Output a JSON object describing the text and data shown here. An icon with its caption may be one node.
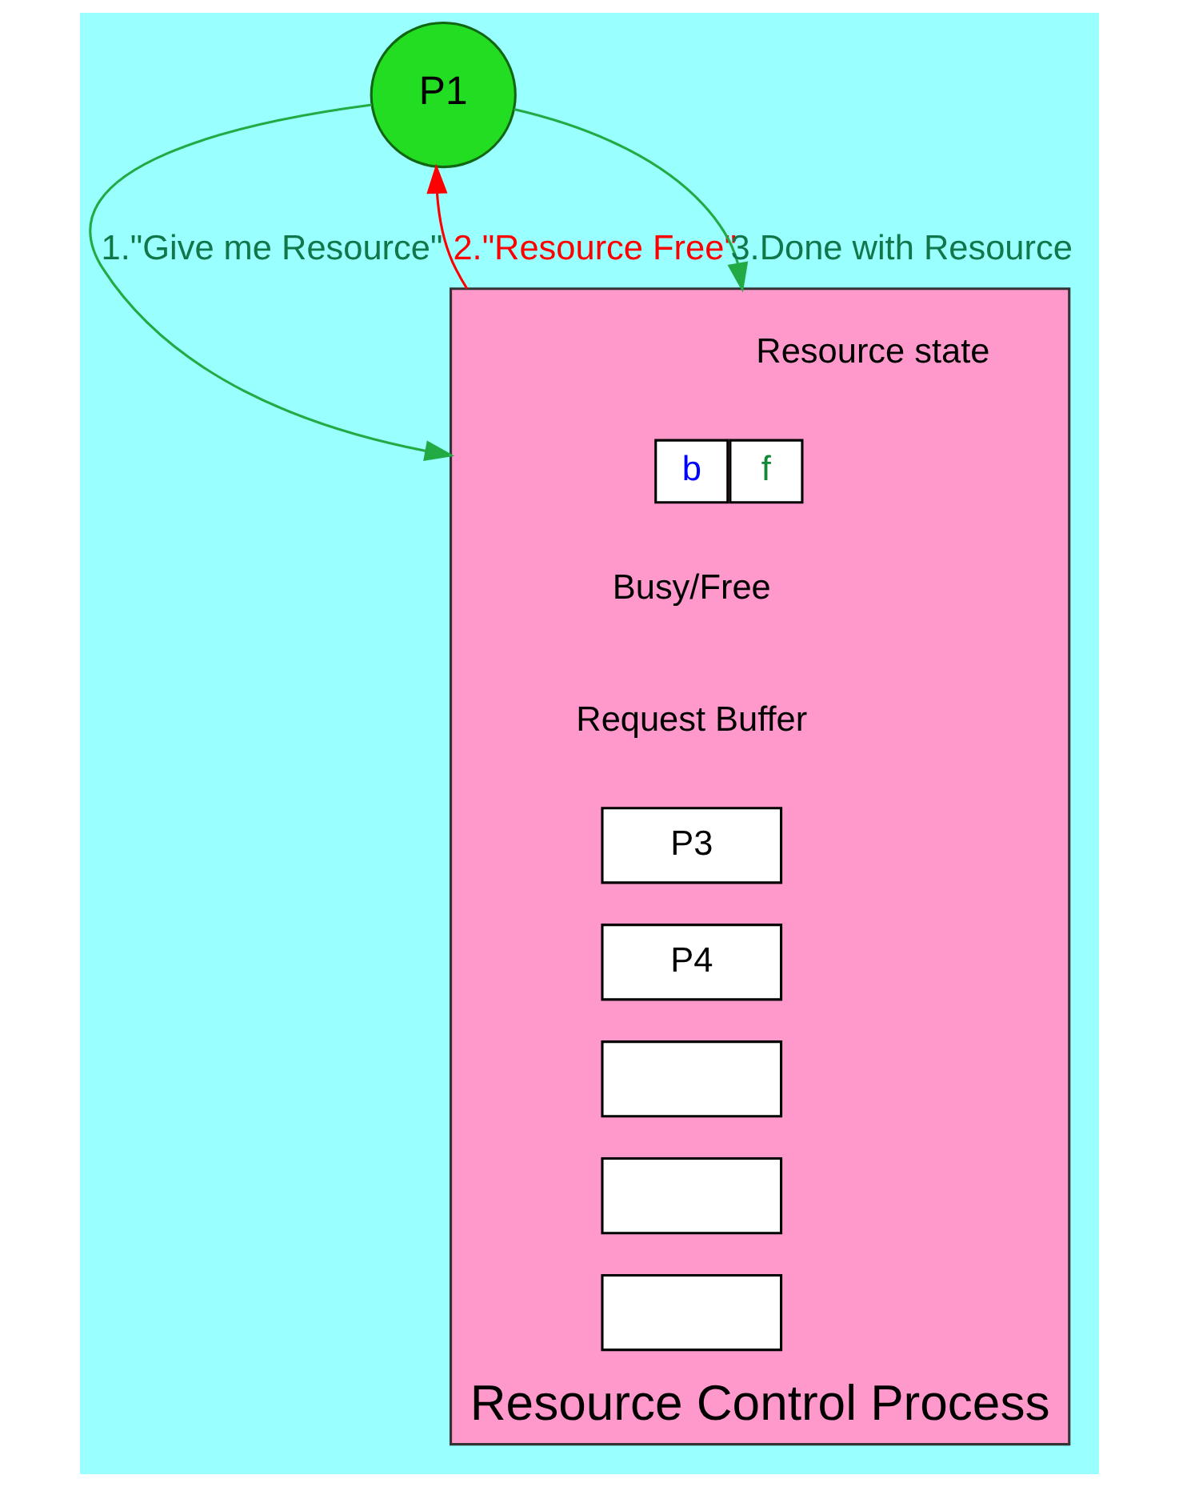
{
  "diagram": {
    "nodes": [
      {
        "text": [
          "P1"
        ]
      },
      {
        "text": [
          "Resource Control Process"
        ]
      },
      {
        "text": [
          "b"
        ],
        "in": 1
      },
      {
        "text": [
          "f"
        ],
        "in": 1
      },
      {
        "text": [
          "P3"
        ],
        "in": 1
      },
      {
        "text": [
          "P4"
        ],
        "in": 1
      },
      {
        "text": [],
        "shape": "box",
        "in": 1
      },
      {
        "text": [],
        "shape": "box",
        "in": 1
      },
      {
        "text": [],
        "shape": "box",
        "in": 1
      }
    ],
    "edges": [
      {
        "from": 0,
        "to": 1,
        "arrow": "to",
        "label": "1.\"Give me Resource\""
      },
      {
        "from": 1,
        "to": 0,
        "arrow": "to",
        "label": "2.\"Resource Free\"",
        "color": "#ff0000"
      },
      {
        "from": 0,
        "to": 1,
        "arrow": "to",
        "label": "3.Done with Resource"
      }
    ],
    "labels": [
      "Resource state",
      "Busy/Free",
      "Request Buffer"
    ]
  }
}
